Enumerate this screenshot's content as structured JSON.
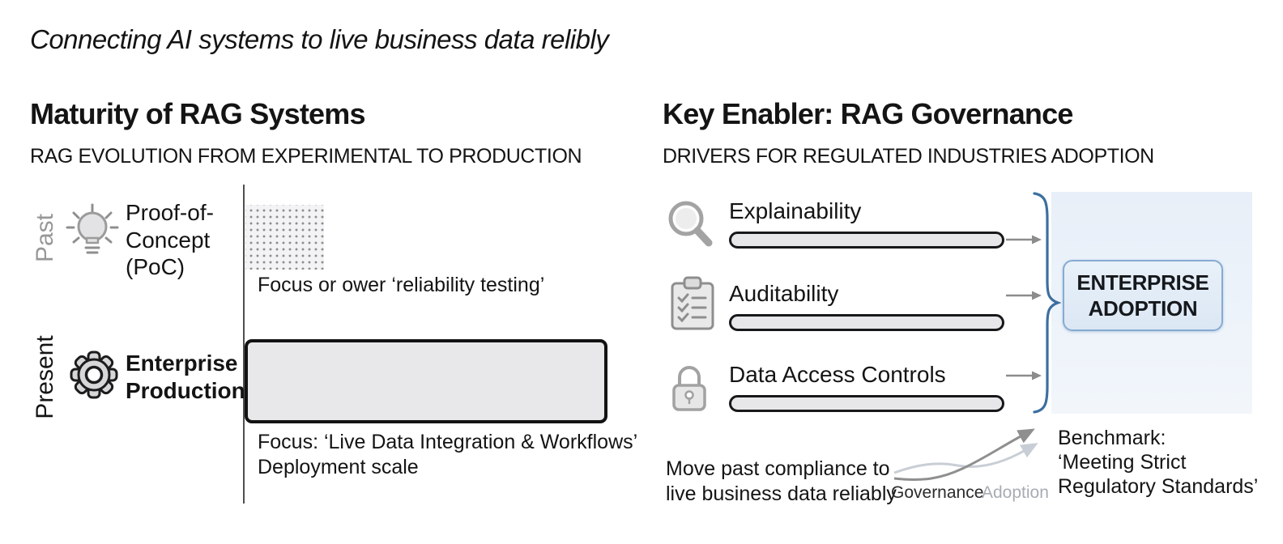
{
  "page_title": "Connecting AI systems to live business data relibly",
  "left_section": {
    "title": "Maturity of RAG Systems",
    "subtitle": "RAG EVOLUTION FROM EXPERIMENTAL TO PRODUCTION",
    "rows": [
      {
        "era": "Past",
        "icon": "lightbulb-icon",
        "label": "Proof-of-\nConcept\n(PoC)",
        "bar_style": "dotted",
        "bar_relative_width_pct": 22,
        "caption": "Focus or ower ‘reliability testing’"
      },
      {
        "era": "Present",
        "icon": "gear-icon",
        "label": "Enterprise\nProduction",
        "bar_style": "solid",
        "bar_relative_width_pct": 100,
        "caption": "Focus: ‘Live Data Integration & Workflows’\nDeployment scale"
      }
    ]
  },
  "right_section": {
    "title": "Key Enabler: RAG Governance",
    "subtitle": "DRIVERS FOR REGULATED INDUSTRIES ADOPTION",
    "drivers": [
      {
        "icon": "magnifier-icon",
        "label": "Explainability"
      },
      {
        "icon": "clipboard-checklist-icon",
        "label": "Auditability"
      },
      {
        "icon": "padlock-icon",
        "label": "Data Access Controls"
      }
    ],
    "outcome": {
      "label": "ENTERPRISE\nADOPTION"
    },
    "footer": {
      "note": "Move past compliance to\nlive business data reliably",
      "mini_chart": {
        "series": [
          {
            "name": "Governance",
            "color": "#8f8f8f"
          },
          {
            "name": "Adoption",
            "color": "#c8ced5"
          }
        ]
      },
      "benchmark": "Benchmark:\n‘Meeting Strict\nRegulatory Standards’"
    }
  },
  "colors": {
    "accent_blue": "#3c6f9f",
    "panel_blue": "#e8eff8",
    "adoption_box_fill": "#dfeaf5",
    "adoption_box_border": "#85abd2",
    "bar_fill": "#e8e8eb",
    "bar_border": "#141414",
    "muted_gray": "#979797"
  }
}
